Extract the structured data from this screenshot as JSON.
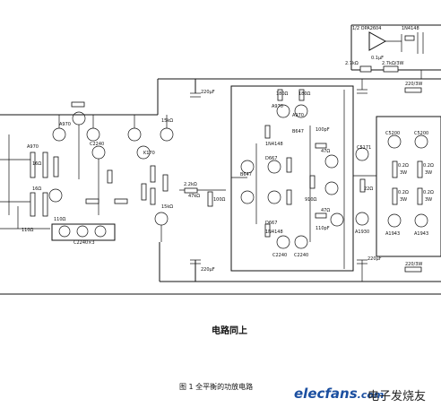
{
  "labels": {
    "op_amp": "1/2 OPA2604",
    "diode_top": "1N4148",
    "cap_top": "0.1μF",
    "res_top_a": "2.7kΩ",
    "res_top_b": "2.7kΩ/3W",
    "cap_220_top": "220μF",
    "res_220_3w_top": "220/3W",
    "a970_1": "A970",
    "a970_2": "A970",
    "c2240_1": "C2240",
    "k170": "K170",
    "r15k_1": "15kΩ",
    "r15k_2": "15kΩ",
    "r16_1": "16Ω",
    "r16_2": "16Ω",
    "r110_1": "110Ω",
    "r110_2": "110Ω",
    "c2240x3": "C2240×3",
    "r2_2k": "2.2kΩ",
    "r47k": "47kΩ",
    "r100": "100Ω",
    "b647_1": "B647",
    "d667_1": "D667",
    "b647_2": "B647",
    "d667_2": "D667",
    "n4148_a": "1N4148",
    "n4148_b": "1N4148",
    "r180_1": "180Ω",
    "r180_2": "180Ω",
    "a970_3": "A970",
    "a970_4": "A970",
    "c2240_2": "C2240",
    "c2240_3": "C2240",
    "r47_a": "47Ω",
    "r47_b": "47Ω",
    "r910": "910Ω",
    "c100p": "100pF",
    "c110p": "110pF",
    "c5171": "C5171",
    "a1930": "A1930",
    "r22": "22Ω",
    "c5200_1": "C5200",
    "c5200_2": "C5200",
    "a1943_1": "A1943",
    "a1943_2": "A1943",
    "r02_1": "0.2Ω",
    "r02_2": "0.2Ω",
    "r02_3": "0.2Ω",
    "r02_4": "0.2Ω",
    "w3_1": "3W",
    "w3_2": "3W",
    "w3_3": "3W",
    "w3_4": "3W",
    "cap_220_bot": "220μF",
    "res_220_3w_bot": "220/3W",
    "cap_220_left_bot": "220μF"
  },
  "caption": "电路同上",
  "figure_caption": "图 1   全平衡的功放电路",
  "brand": "elecfans",
  "brand_tld": ".com",
  "brand_cn": "电子发烧友"
}
